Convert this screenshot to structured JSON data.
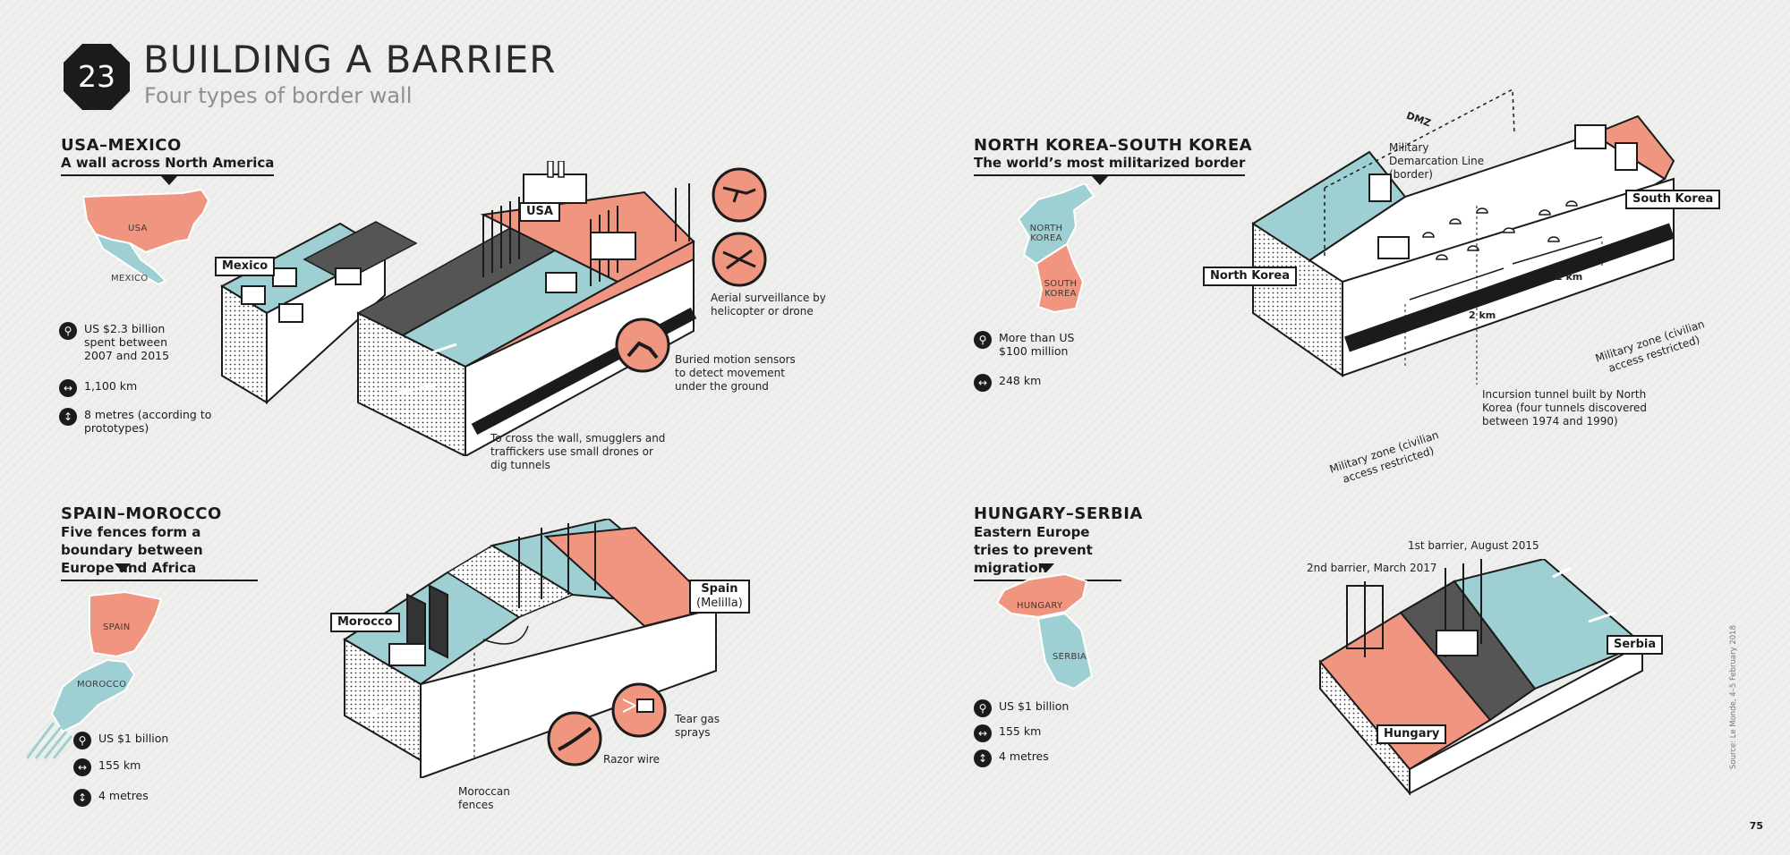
{
  "header": {
    "number": "23",
    "title": "BUILDING A BARRIER",
    "subtitle": "Four types of border wall"
  },
  "colors": {
    "salmon": "#ef9580",
    "teal": "#9ecfd3",
    "ink": "#1b1b1b",
    "bg": "#efefee"
  },
  "usa_mexico": {
    "title": "USA–MEXICO",
    "subtitle": "A wall across North America",
    "map_labels": [
      "USA",
      "MEXICO"
    ],
    "stats": [
      {
        "icon": "money-icon",
        "glyph": "⚲",
        "text": "US $2.3 billion spent between 2007 and 2015"
      },
      {
        "icon": "length-icon",
        "glyph": "↔",
        "text": "1,100 km"
      },
      {
        "icon": "height-icon",
        "glyph": "↕",
        "text": "8 metres (according to prototypes)"
      }
    ],
    "tags": {
      "mexico": "Mexico",
      "usa": "USA"
    },
    "notes": {
      "aerial": "Aerial surveillance by helicopter or drone",
      "sensors": "Buried motion sensors to detect movement under the ground",
      "smugglers": "To cross the wall, smugglers and traffickers use small drones or dig tunnels"
    }
  },
  "korea": {
    "title": "NORTH KOREA–SOUTH KOREA",
    "subtitle": "The world’s most militarized border",
    "map_labels": [
      "NORTH KOREA",
      "SOUTH KOREA"
    ],
    "stats": [
      {
        "icon": "money-icon",
        "glyph": "⚲",
        "text": "More than US $100 million"
      },
      {
        "icon": "length-icon",
        "glyph": "↔",
        "text": "248 km"
      }
    ],
    "tags": {
      "north": "North Korea",
      "south": "South Korea"
    },
    "notes": {
      "dmz": "DMZ",
      "mdl": "Military Demarcation Line (border)",
      "km_left": "2 km",
      "km_right": "2 km",
      "zone_left": "Military zone (civilian access restricted)",
      "zone_right": "Military zone (civilian access restricted)",
      "tunnel": "Incursion tunnel built by North Korea (four tunnels discovered between 1974 and 1990)"
    }
  },
  "spain_morocco": {
    "title": "SPAIN–MOROCCO",
    "subtitle": "Five fences form a boundary between Europe and Africa",
    "map_labels": [
      "SPAIN",
      "MOROCCO"
    ],
    "stats": [
      {
        "icon": "money-icon",
        "glyph": "⚲",
        "text": "US $1 billion"
      },
      {
        "icon": "length-icon",
        "glyph": "↔",
        "text": "155 km"
      },
      {
        "icon": "height-icon",
        "glyph": "↕",
        "text": "4 metres"
      }
    ],
    "tags": {
      "morocco": "Morocco",
      "spain": "Spain",
      "spain_sub": "(Melilla)"
    },
    "notes": {
      "fences": "Moroccan fences",
      "razor": "Razor wire",
      "teargas": "Tear gas sprays"
    }
  },
  "hungary_serbia": {
    "title": "HUNGARY–SERBIA",
    "subtitle": "Eastern Europe tries to prevent migration",
    "map_labels": [
      "HUNGARY",
      "SERBIA"
    ],
    "stats": [
      {
        "icon": "money-icon",
        "glyph": "⚲",
        "text": "US $1 billion"
      },
      {
        "icon": "length-icon",
        "glyph": "↔",
        "text": "155 km"
      },
      {
        "icon": "height-icon",
        "glyph": "↕",
        "text": "4 metres"
      }
    ],
    "tags": {
      "hungary": "Hungary",
      "serbia": "Serbia"
    },
    "notes": {
      "first": "1st barrier, August 2015",
      "second": "2nd barrier, March 2017"
    }
  },
  "footer": {
    "source": "Source: Le Monde, 4–5 February 2018",
    "page": "75"
  }
}
